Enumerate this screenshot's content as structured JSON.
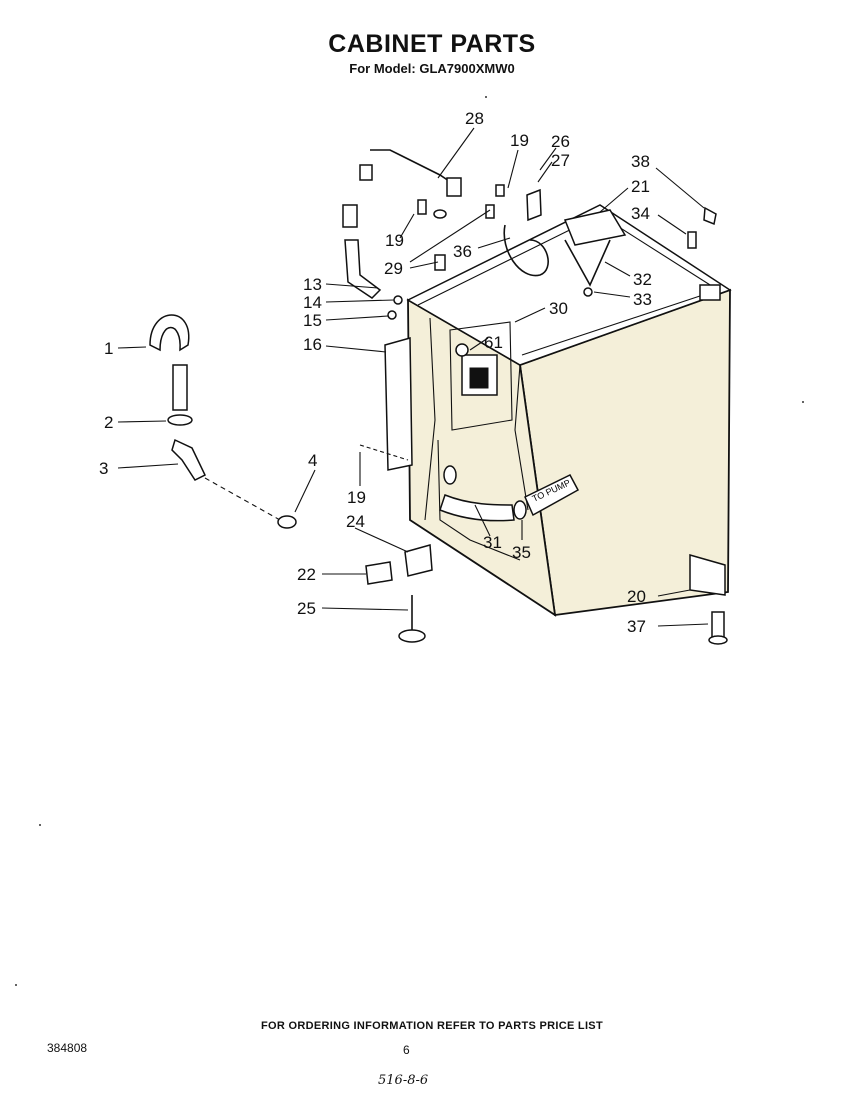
{
  "header": {
    "title": "CABINET PARTS",
    "subtitle": "For Model: GLA7900XMW0"
  },
  "diagram": {
    "labels": {
      "to_pump": "TO PUMP"
    },
    "callouts": [
      {
        "id": "c1",
        "text": "1"
      },
      {
        "id": "c2",
        "text": "2"
      },
      {
        "id": "c3",
        "text": "3"
      },
      {
        "id": "c4",
        "text": "4"
      },
      {
        "id": "c13",
        "text": "13"
      },
      {
        "id": "c14",
        "text": "14"
      },
      {
        "id": "c15",
        "text": "15"
      },
      {
        "id": "c16",
        "text": "16"
      },
      {
        "id": "c19a",
        "text": "19"
      },
      {
        "id": "c19b",
        "text": "19"
      },
      {
        "id": "c19c",
        "text": "19"
      },
      {
        "id": "c20",
        "text": "20"
      },
      {
        "id": "c21",
        "text": "21"
      },
      {
        "id": "c22",
        "text": "22"
      },
      {
        "id": "c24",
        "text": "24"
      },
      {
        "id": "c25",
        "text": "25"
      },
      {
        "id": "c26",
        "text": "26"
      },
      {
        "id": "c27",
        "text": "27"
      },
      {
        "id": "c28",
        "text": "28"
      },
      {
        "id": "c29",
        "text": "29"
      },
      {
        "id": "c30",
        "text": "30"
      },
      {
        "id": "c31",
        "text": "31"
      },
      {
        "id": "c32",
        "text": "32"
      },
      {
        "id": "c33",
        "text": "33"
      },
      {
        "id": "c34",
        "text": "34"
      },
      {
        "id": "c35",
        "text": "35"
      },
      {
        "id": "c36",
        "text": "36"
      },
      {
        "id": "c37",
        "text": "37"
      },
      {
        "id": "c38",
        "text": "38"
      },
      {
        "id": "c61",
        "text": "61"
      }
    ]
  },
  "footer": {
    "ordering_note": "FOR ORDERING INFORMATION REFER TO PARTS PRICE LIST",
    "document_number": "384808",
    "page_number": "6",
    "handwritten_note": "516-8-6"
  }
}
